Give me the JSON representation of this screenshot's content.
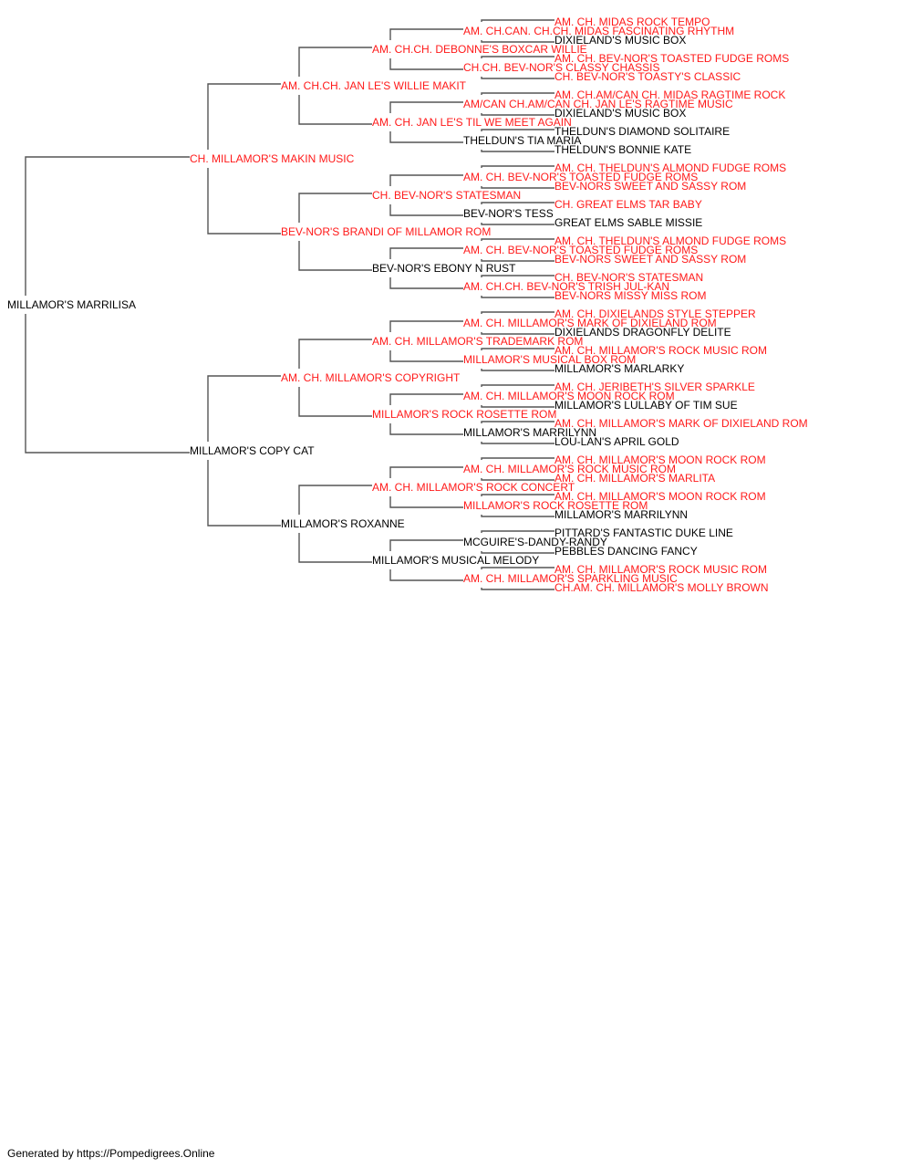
{
  "colors": {
    "champion": "#ff1a1a",
    "plain": "#000000",
    "connector": "#555555"
  },
  "footer": "Generated by https://Pompedigrees.Online",
  "pedigree": {
    "name": "MILLAMOR'S MARRILISA",
    "champion": false,
    "sire": {
      "name": "CH. MILLAMOR'S MAKIN MUSIC",
      "champion": true,
      "sire": {
        "name": "AM. CH.CH. JAN LE'S WILLIE MAKIT",
        "champion": true,
        "sire": {
          "name": "AM. CH.CH. DEBONNE'S BOXCAR WILLIE",
          "champion": true,
          "sire": {
            "name": "AM. CH.CAN. CH.CH. MIDAS FASCINATING RHYTHM",
            "champion": true,
            "sire": {
              "name": "AM. CH. MIDAS ROCK TEMPO",
              "champion": true
            },
            "dam": {
              "name": "DIXIELAND'S MUSIC BOX",
              "champion": false
            }
          },
          "dam": {
            "name": "CH.CH. BEV-NOR'S CLASSY CHASSIS",
            "champion": true,
            "sire": {
              "name": "AM. CH. BEV-NOR'S TOASTED FUDGE ROMS",
              "champion": true
            },
            "dam": {
              "name": "CH. BEV-NOR'S TOASTY'S CLASSIC",
              "champion": true
            }
          }
        },
        "dam": {
          "name": "AM. CH. JAN LE'S TIL WE MEET AGAIN",
          "champion": true,
          "sire": {
            "name": "AM/CAN CH.AM/CAN CH. JAN LE'S RAGTIME MUSIC",
            "champion": true,
            "sire": {
              "name": "AM. CH.AM/CAN CH. MIDAS RAGTIME ROCK",
              "champion": true
            },
            "dam": {
              "name": "DIXIELAND'S MUSIC BOX",
              "champion": false
            }
          },
          "dam": {
            "name": "THELDUN'S TIA MARIA",
            "champion": false,
            "sire": {
              "name": "THELDUN'S DIAMOND SOLITAIRE",
              "champion": false
            },
            "dam": {
              "name": "THELDUN'S BONNIE KATE",
              "champion": false
            }
          }
        }
      },
      "dam": {
        "name": "BEV-NOR'S BRANDI OF MILLAMOR ROM",
        "champion": true,
        "sire": {
          "name": "CH. BEV-NOR'S STATESMAN",
          "champion": true,
          "sire": {
            "name": "AM. CH. BEV-NOR'S TOASTED FUDGE ROMS",
            "champion": true,
            "sire": {
              "name": "AM. CH. THELDUN'S ALMOND FUDGE ROMS",
              "champion": true
            },
            "dam": {
              "name": "BEV-NORS SWEET AND SASSY ROM",
              "champion": true
            }
          },
          "dam": {
            "name": "BEV-NOR'S TESS",
            "champion": false,
            "sire": {
              "name": "CH. GREAT ELMS TAR BABY",
              "champion": true
            },
            "dam": {
              "name": "GREAT ELMS SABLE MISSIE",
              "champion": false
            }
          }
        },
        "dam": {
          "name": "BEV-NOR'S EBONY N RUST",
          "champion": false,
          "sire": {
            "name": "AM. CH. BEV-NOR'S TOASTED FUDGE ROMS",
            "champion": true,
            "sire": {
              "name": "AM. CH. THELDUN'S ALMOND FUDGE ROMS",
              "champion": true
            },
            "dam": {
              "name": "BEV-NORS SWEET AND SASSY ROM",
              "champion": true
            }
          },
          "dam": {
            "name": "AM. CH.CH. BEV-NOR'S TRISH JUL-KAN",
            "champion": true,
            "sire": {
              "name": "CH. BEV-NOR'S STATESMAN",
              "champion": true
            },
            "dam": {
              "name": "BEV-NORS MISSY MISS ROM",
              "champion": true
            }
          }
        }
      }
    },
    "dam": {
      "name": "MILLAMOR'S COPY CAT",
      "champion": false,
      "sire": {
        "name": "AM. CH. MILLAMOR'S COPYRIGHT",
        "champion": true,
        "sire": {
          "name": "AM. CH. MILLAMOR'S TRADEMARK ROM",
          "champion": true,
          "sire": {
            "name": "AM. CH. MILLAMOR'S MARK OF DIXIELAND ROM",
            "champion": true,
            "sire": {
              "name": "AM. CH. DIXIELANDS STYLE STEPPER",
              "champion": true
            },
            "dam": {
              "name": "DIXIELANDS DRAGONFLY DELITE",
              "champion": false
            }
          },
          "dam": {
            "name": "MILLAMOR'S MUSICAL BOX ROM",
            "champion": true,
            "sire": {
              "name": "AM. CH. MILLAMOR'S ROCK MUSIC ROM",
              "champion": true
            },
            "dam": {
              "name": "MILLAMOR'S MARLARKY",
              "champion": false
            }
          }
        },
        "dam": {
          "name": "MILLAMOR'S ROCK ROSETTE ROM",
          "champion": true,
          "sire": {
            "name": "AM. CH. MILLAMOR'S MOON ROCK ROM",
            "champion": true,
            "sire": {
              "name": "AM. CH. JERIBETH'S SILVER SPARKLE",
              "champion": true
            },
            "dam": {
              "name": "MILLAMOR'S LULLABY OF TIM SUE",
              "champion": false
            }
          },
          "dam": {
            "name": "MILLAMOR'S MARRILYNN",
            "champion": false,
            "sire": {
              "name": "AM. CH. MILLAMOR'S MARK OF DIXIELAND ROM",
              "champion": true
            },
            "dam": {
              "name": "LOU-LAN'S APRIL GOLD",
              "champion": false
            }
          }
        }
      },
      "dam": {
        "name": "MILLAMOR'S ROXANNE",
        "champion": false,
        "sire": {
          "name": "AM. CH. MILLAMOR'S ROCK CONCERT",
          "champion": true,
          "sire": {
            "name": "AM. CH. MILLAMOR'S ROCK MUSIC ROM",
            "champion": true,
            "sire": {
              "name": "AM. CH. MILLAMOR'S MOON ROCK ROM",
              "champion": true
            },
            "dam": {
              "name": "AM. CH. MILLAMOR'S MARLITA",
              "champion": true
            }
          },
          "dam": {
            "name": "MILLAMOR'S ROCK ROSETTE ROM",
            "champion": true,
            "sire": {
              "name": "AM. CH. MILLAMOR'S MOON ROCK ROM",
              "champion": true
            },
            "dam": {
              "name": "MILLAMOR'S MARRILYNN",
              "champion": false
            }
          }
        },
        "dam": {
          "name": "MILLAMOR'S MUSICAL MELODY",
          "champion": false,
          "sire": {
            "name": "MCGUIRE'S-DANDY-RANDY",
            "champion": false,
            "sire": {
              "name": "PITTARD'S FANTASTIC DUKE LINE",
              "champion": false
            },
            "dam": {
              "name": "PEBBLES DANCING FANCY",
              "champion": false
            }
          },
          "dam": {
            "name": "AM. CH. MILLAMOR'S SPARKLING MUSIC",
            "champion": true,
            "sire": {
              "name": "AM. CH. MILLAMOR'S ROCK MUSIC ROM",
              "champion": true
            },
            "dam": {
              "name": "CH.AM. CH. MILLAMOR'S MOLLY BROWN",
              "champion": true
            }
          }
        }
      }
    }
  }
}
